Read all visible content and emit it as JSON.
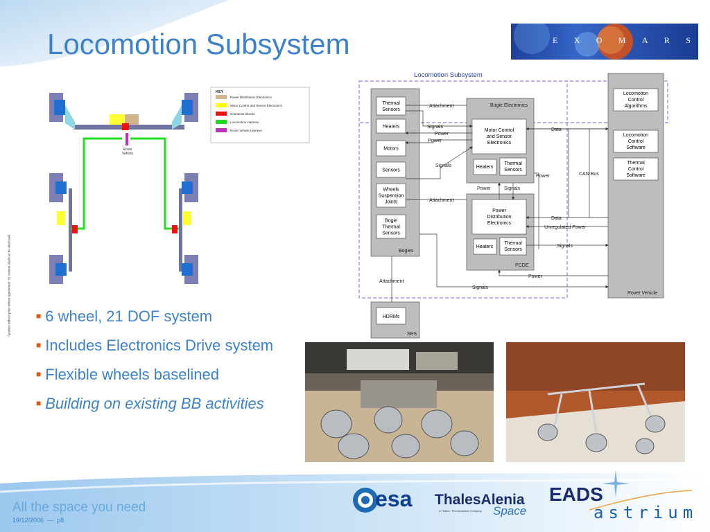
{
  "slide": {
    "title": "Locomotion Subsystem",
    "exomars_letters": [
      "E",
      "X",
      "O",
      "M",
      "A",
      "R",
      "S"
    ],
    "side_note": "l parties without prior written agreement. Its content shall not be disclosed."
  },
  "wiring_diagram": {
    "key_title": "KEY",
    "key_items": [
      {
        "label": "Power Distribution Electronics",
        "color": "#d2b48c"
      },
      {
        "label": "Motor Control and Sensor Electronics",
        "color": "#ffff00"
      },
      {
        "label": "Connector Blocks",
        "color": "#ee1111"
      },
      {
        "label": "Locomotion Harness",
        "color": "#22dd22"
      },
      {
        "label": "Rover Vehicle Harness",
        "color": "#bb33bb"
      }
    ],
    "rover_label_1": "Rover",
    "rover_label_2": "Vehicle"
  },
  "block_diagram": {
    "title": "Locomotion Subsystem",
    "bogies": {
      "title": "Bogies",
      "items": [
        [
          "Thermal",
          "Sensors"
        ],
        [
          "Heaters"
        ],
        [
          "Motors"
        ],
        [
          "Sensors"
        ],
        [
          "Wheels",
          "Suspension",
          "Joints"
        ],
        [
          "Bogie",
          "Thermal",
          "Sensors"
        ]
      ]
    },
    "bogie_electronics": {
      "title": "Bogie Electronics",
      "main": [
        "Motor Control",
        "and Sensor",
        "Electronics"
      ],
      "heaters": "Heaters",
      "thermal": [
        "Thermal",
        "Sensors"
      ]
    },
    "pcde": {
      "title": "PCDE",
      "main": [
        "Power",
        "Distribution",
        "Electronics"
      ],
      "heaters": "Heaters",
      "thermal": [
        "Thermal",
        "Sensors"
      ]
    },
    "rover_vehicle": {
      "title": "Rover Vehicle",
      "items": [
        [
          "Locomotion",
          "Control",
          "Algorithms"
        ],
        [
          "Locomotion",
          "Control",
          "Software"
        ],
        [
          "Thermal",
          "Control",
          "Software"
        ]
      ]
    },
    "ses": {
      "title": "SES",
      "item": "HDRMs"
    },
    "labels": {
      "attachment": "Attachment",
      "signals": "Signals",
      "power": "Power",
      "data": "Data",
      "can_bus": "CAN Bus",
      "unregulated_power": "Unregulated Power"
    }
  },
  "bullets": [
    {
      "text": "6 wheel, 21 DOF system",
      "italic": false
    },
    {
      "text": "Includes Electronics Drive system",
      "italic": false
    },
    {
      "text": "Flexible wheels baselined",
      "italic": false
    },
    {
      "text": "Building on existing BB activities",
      "italic": true
    }
  ],
  "footer": {
    "tagline": "All the space you need",
    "date": "19/12/2006",
    "separator": "—",
    "page": "p8",
    "logos": {
      "esa": "esa",
      "thales_1": "ThalesAlenia",
      "thales_small": "A Thales / Finmeccanica Company",
      "thales_2": "Space",
      "eads": "EADS",
      "astrium": "astrium"
    }
  },
  "colors": {
    "title_blue": "#3d82c9",
    "bullet_orange": "#e0560f",
    "diagram_title_blue": "#2b3faa",
    "dashed_border": "#6a6ad8"
  }
}
